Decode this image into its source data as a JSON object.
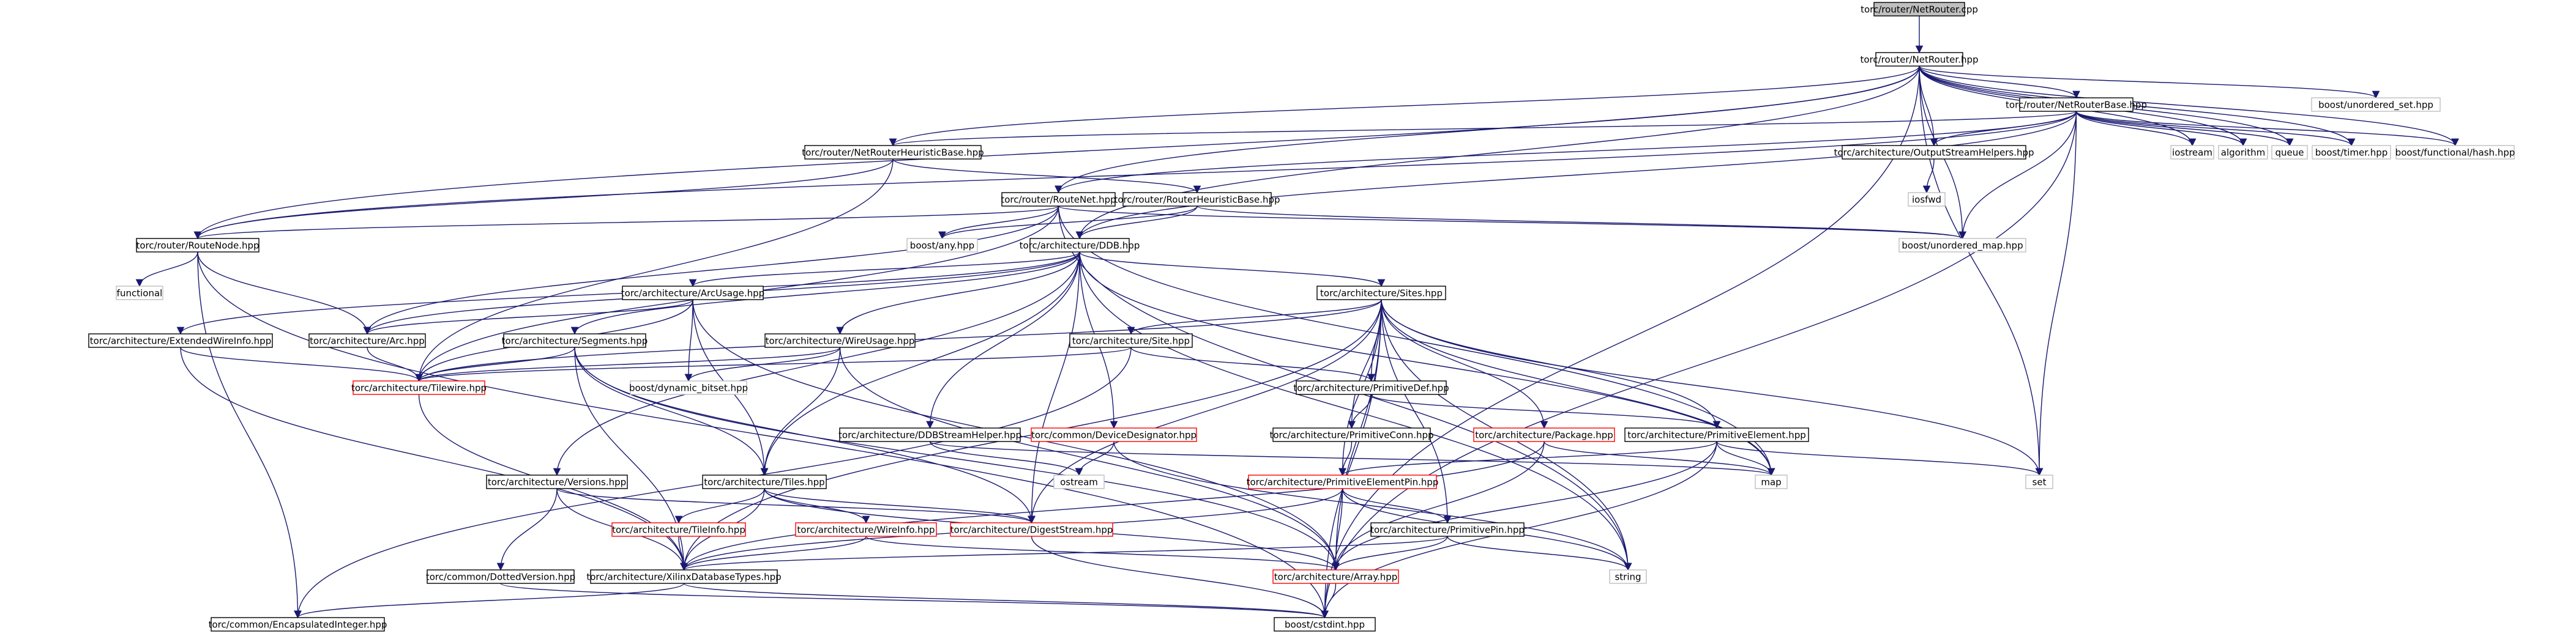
{
  "diagram": {
    "type": "include-dependency-graph",
    "colors": {
      "edge": "#191970",
      "documented_border": "#000000",
      "undocumented_border": "#ff0000",
      "external_border": "#bfbfbf",
      "root_fill": "#bfbfbf"
    },
    "nodes": {
      "root": "torc/router/NetRouter.cpp",
      "netrouter_hpp": "torc/router/NetRouter.hpp",
      "netrouterbase_hpp": "torc/router/NetRouterBase.hpp",
      "unordered_set": "boost/unordered_set.hpp",
      "heuristicbase_hpp": "torc/router/NetRouterHeuristicBase.hpp",
      "ostreamhelpers_hpp": "torc/architecture/OutputStreamHelpers.hpp",
      "iostream": "iostream",
      "algorithm": "algorithm",
      "queue": "queue",
      "timer_hpp": "boost/timer.hpp",
      "hash_hpp": "boost/functional/hash.hpp",
      "routenet_hpp": "torc/router/RouteNet.hpp",
      "routerheuristicbase_hpp": "torc/router/RouterHeuristicBase.hpp",
      "iosfwd": "iosfwd",
      "routenode_hpp": "torc/router/RouteNode.hpp",
      "any_hpp": "boost/any.hpp",
      "ddb_hpp": "torc/architecture/DDB.hpp",
      "unordered_map": "boost/unordered_map.hpp",
      "functional": "functional",
      "arcusage_hpp": "torc/architecture/ArcUsage.hpp",
      "sites_hpp": "torc/architecture/Sites.hpp",
      "extendedwireinfo_hpp": "torc/architecture/ExtendedWireInfo.hpp",
      "arc_hpp": "torc/architecture/Arc.hpp",
      "segments_hpp": "torc/architecture/Segments.hpp",
      "wireusage_hpp": "torc/architecture/WireUsage.hpp",
      "site_hpp": "torc/architecture/Site.hpp",
      "tilewire_hpp": "torc/architecture/Tilewire.hpp",
      "dynamic_bitset": "boost/dynamic_bitset.hpp",
      "primitivedef_hpp": "torc/architecture/PrimitiveDef.hpp",
      "ddbstreamhelper_hpp": "torc/architecture/DDBStreamHelper.hpp",
      "devicedesignator_hpp": "torc/common/DeviceDesignator.hpp",
      "package_hpp": "torc/architecture/Package.hpp",
      "primitiveelement_hpp": "torc/architecture/PrimitiveElement.hpp",
      "primitiveconn_hpp": "torc/architecture/PrimitiveConn.hpp",
      "ostream": "ostream",
      "map": "map",
      "set": "set",
      "versions_hpp": "torc/architecture/Versions.hpp",
      "tiles_hpp": "torc/architecture/Tiles.hpp",
      "primitiveelementpin_hpp": "torc/architecture/PrimitiveElementPin.hpp",
      "tileinfo_hpp": "torc/architecture/TileInfo.hpp",
      "wireinfo_hpp": "torc/architecture/WireInfo.hpp",
      "digeststream_hpp": "torc/architecture/DigestStream.hpp",
      "primitivepin_hpp": "torc/architecture/PrimitivePin.hpp",
      "string": "string",
      "dottedversion_hpp": "torc/common/DottedVersion.hpp",
      "xilinxdatabasetypes_hpp": "torc/architecture/XilinxDatabaseTypes.hpp",
      "array_hpp": "torc/architecture/Array.hpp",
      "encapsulatedinteger_hpp": "torc/common/EncapsulatedInteger.hpp",
      "cstdint_hpp": "boost/cstdint.hpp"
    },
    "edges": [
      [
        "root",
        "netrouter_hpp"
      ],
      [
        "netrouter_hpp",
        "netrouterbase_hpp"
      ],
      [
        "netrouter_hpp",
        "unordered_set"
      ],
      [
        "netrouter_hpp",
        "heuristicbase_hpp"
      ],
      [
        "netrouter_hpp",
        "ostreamhelpers_hpp"
      ],
      [
        "netrouter_hpp",
        "iostream"
      ],
      [
        "netrouter_hpp",
        "algorithm"
      ],
      [
        "netrouter_hpp",
        "queue"
      ],
      [
        "netrouter_hpp",
        "timer_hpp"
      ],
      [
        "netrouter_hpp",
        "hash_hpp"
      ],
      [
        "netrouter_hpp",
        "routenet_hpp"
      ],
      [
        "netrouter_hpp",
        "routenode_hpp"
      ],
      [
        "netrouter_hpp",
        "ddb_hpp"
      ],
      [
        "netrouter_hpp",
        "unordered_map"
      ],
      [
        "netrouter_hpp",
        "set"
      ],
      [
        "netrouter_hpp",
        "cstdint_hpp"
      ],
      [
        "netrouterbase_hpp",
        "heuristicbase_hpp"
      ],
      [
        "netrouterbase_hpp",
        "ostreamhelpers_hpp"
      ],
      [
        "netrouterbase_hpp",
        "iostream"
      ],
      [
        "netrouterbase_hpp",
        "algorithm"
      ],
      [
        "netrouterbase_hpp",
        "queue"
      ],
      [
        "netrouterbase_hpp",
        "timer_hpp"
      ],
      [
        "netrouterbase_hpp",
        "hash_hpp"
      ],
      [
        "netrouterbase_hpp",
        "routenet_hpp"
      ],
      [
        "netrouterbase_hpp",
        "routenode_hpp"
      ],
      [
        "netrouterbase_hpp",
        "ddb_hpp"
      ],
      [
        "netrouterbase_hpp",
        "unordered_map"
      ],
      [
        "netrouterbase_hpp",
        "set"
      ],
      [
        "netrouterbase_hpp",
        "cstdint_hpp"
      ],
      [
        "ostreamhelpers_hpp",
        "iosfwd"
      ],
      [
        "heuristicbase_hpp",
        "routerheuristicbase_hpp"
      ],
      [
        "heuristicbase_hpp",
        "routenode_hpp"
      ],
      [
        "heuristicbase_hpp",
        "tilewire_hpp"
      ],
      [
        "routerheuristicbase_hpp",
        "any_hpp"
      ],
      [
        "routerheuristicbase_hpp",
        "ddb_hpp"
      ],
      [
        "routerheuristicbase_hpp",
        "unordered_map"
      ],
      [
        "routenet_hpp",
        "routenode_hpp"
      ],
      [
        "routenet_hpp",
        "any_hpp"
      ],
      [
        "routenet_hpp",
        "arc_hpp"
      ],
      [
        "routenet_hpp",
        "tilewire_hpp"
      ],
      [
        "routenet_hpp",
        "unordered_map"
      ],
      [
        "routenet_hpp",
        "string"
      ],
      [
        "routenet_hpp",
        "map"
      ],
      [
        "routenode_hpp",
        "functional"
      ],
      [
        "routenode_hpp",
        "arc_hpp"
      ],
      [
        "routenode_hpp",
        "encapsulatedinteger_hpp"
      ],
      [
        "routenode_hpp",
        "cstdint_hpp"
      ],
      [
        "ddb_hpp",
        "arcusage_hpp"
      ],
      [
        "ddb_hpp",
        "sites_hpp"
      ],
      [
        "ddb_hpp",
        "extendedwireinfo_hpp"
      ],
      [
        "ddb_hpp",
        "arc_hpp"
      ],
      [
        "ddb_hpp",
        "segments_hpp"
      ],
      [
        "ddb_hpp",
        "wireusage_hpp"
      ],
      [
        "ddb_hpp",
        "tiles_hpp"
      ],
      [
        "ddb_hpp",
        "versions_hpp"
      ],
      [
        "ddb_hpp",
        "ddbstreamhelper_hpp"
      ],
      [
        "ddb_hpp",
        "devicedesignator_hpp"
      ],
      [
        "ddb_hpp",
        "string"
      ],
      [
        "ddb_hpp",
        "map"
      ],
      [
        "ddb_hpp",
        "digeststream_hpp"
      ],
      [
        "arcusage_hpp",
        "arc_hpp"
      ],
      [
        "arcusage_hpp",
        "tilewire_hpp"
      ],
      [
        "arcusage_hpp",
        "dynamic_bitset"
      ],
      [
        "arcusage_hpp",
        "tiles_hpp"
      ],
      [
        "arcusage_hpp",
        "array_hpp"
      ],
      [
        "sites_hpp",
        "site_hpp"
      ],
      [
        "sites_hpp",
        "package_hpp"
      ],
      [
        "sites_hpp",
        "primitivedef_hpp"
      ],
      [
        "sites_hpp",
        "primitiveconn_hpp"
      ],
      [
        "sites_hpp",
        "primitiveelement_hpp"
      ],
      [
        "sites_hpp",
        "primitiveelementpin_hpp"
      ],
      [
        "sites_hpp",
        "primitivepin_hpp"
      ],
      [
        "sites_hpp",
        "tilewire_hpp"
      ],
      [
        "sites_hpp",
        "digeststream_hpp"
      ],
      [
        "sites_hpp",
        "array_hpp"
      ],
      [
        "sites_hpp",
        "map"
      ],
      [
        "sites_hpp",
        "set"
      ],
      [
        "sites_hpp",
        "string"
      ],
      [
        "sites_hpp",
        "cstdint_hpp"
      ],
      [
        "sites_hpp",
        "xilinxdatabasetypes_hpp"
      ],
      [
        "extendedwireinfo_hpp",
        "tilewire_hpp"
      ],
      [
        "extendedwireinfo_hpp",
        "xilinxdatabasetypes_hpp"
      ],
      [
        "arc_hpp",
        "tilewire_hpp"
      ],
      [
        "segments_hpp",
        "tilewire_hpp"
      ],
      [
        "segments_hpp",
        "tiles_hpp"
      ],
      [
        "segments_hpp",
        "xilinxdatabasetypes_hpp"
      ],
      [
        "segments_hpp",
        "digeststream_hpp"
      ],
      [
        "segments_hpp",
        "array_hpp"
      ],
      [
        "wireusage_hpp",
        "tilewire_hpp"
      ],
      [
        "wireusage_hpp",
        "dynamic_bitset"
      ],
      [
        "wireusage_hpp",
        "tiles_hpp"
      ],
      [
        "wireusage_hpp",
        "array_hpp"
      ],
      [
        "site_hpp",
        "primitivedef_hpp"
      ],
      [
        "site_hpp",
        "tilewire_hpp"
      ],
      [
        "site_hpp",
        "encapsulatedinteger_hpp"
      ],
      [
        "tilewire_hpp",
        "xilinxdatabasetypes_hpp"
      ],
      [
        "primitivedef_hpp",
        "primitiveconn_hpp"
      ],
      [
        "primitivedef_hpp",
        "primitiveelement_hpp"
      ],
      [
        "primitiveconn_hpp",
        "primitiveelementpin_hpp"
      ],
      [
        "primitiveelement_hpp",
        "primitiveelementpin_hpp"
      ],
      [
        "primitiveelement_hpp",
        "array_hpp"
      ],
      [
        "primitiveelement_hpp",
        "map"
      ],
      [
        "primitiveelement_hpp",
        "set"
      ],
      [
        "primitiveelement_hpp",
        "cstdint_hpp"
      ],
      [
        "package_hpp",
        "map"
      ],
      [
        "package_hpp",
        "array_hpp"
      ],
      [
        "package_hpp",
        "xilinxdatabasetypes_hpp"
      ],
      [
        "ddbstreamhelper_hpp",
        "ostream"
      ],
      [
        "ddbstreamhelper_hpp",
        "map"
      ],
      [
        "devicedesignator_hpp",
        "ostream"
      ],
      [
        "devicedesignator_hpp",
        "string"
      ],
      [
        "primitiveelementpin_hpp",
        "primitivepin_hpp"
      ],
      [
        "primitiveelementpin_hpp",
        "array_hpp"
      ],
      [
        "primitiveelementpin_hpp",
        "xilinxdatabasetypes_hpp"
      ],
      [
        "primitiveelementpin_hpp",
        "string"
      ],
      [
        "primitivepin_hpp",
        "xilinxdatabasetypes_hpp"
      ],
      [
        "primitivepin_hpp",
        "string"
      ],
      [
        "primitivepin_hpp",
        "array_hpp"
      ],
      [
        "versions_hpp",
        "dottedversion_hpp"
      ],
      [
        "versions_hpp",
        "xilinxdatabasetypes_hpp"
      ],
      [
        "versions_hpp",
        "digeststream_hpp"
      ],
      [
        "tiles_hpp",
        "tileinfo_hpp"
      ],
      [
        "tiles_hpp",
        "wireinfo_hpp"
      ],
      [
        "tiles_hpp",
        "array_hpp"
      ],
      [
        "tiles_hpp",
        "xilinxdatabasetypes_hpp"
      ],
      [
        "tiles_hpp",
        "digeststream_hpp"
      ],
      [
        "tileinfo_hpp",
        "xilinxdatabasetypes_hpp"
      ],
      [
        "wireinfo_hpp",
        "array_hpp"
      ],
      [
        "wireinfo_hpp",
        "xilinxdatabasetypes_hpp"
      ],
      [
        "digeststream_hpp",
        "cstdint_hpp"
      ],
      [
        "dottedversion_hpp",
        "cstdint_hpp"
      ],
      [
        "xilinxdatabasetypes_hpp",
        "encapsulatedinteger_hpp"
      ],
      [
        "xilinxdatabasetypes_hpp",
        "cstdint_hpp"
      ],
      [
        "array_hpp",
        "cstdint_hpp"
      ]
    ]
  }
}
